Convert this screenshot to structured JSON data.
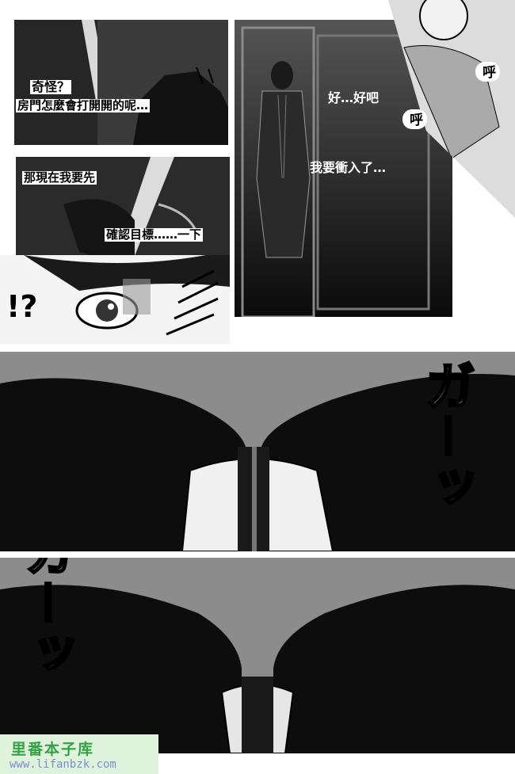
{
  "panels": {
    "p1": {
      "text": [
        "奇怪？",
        "房門怎麼會打開開的呢…"
      ]
    },
    "p2": {
      "text": [
        "那現在我要先",
        "確認目標……一下"
      ]
    },
    "p3": {
      "text": [
        "!?"
      ]
    },
    "p4": {
      "text": [
        "好…好吧",
        "我要衝入了…"
      ]
    },
    "p5": {
      "sfx": [
        "呼",
        "呼"
      ]
    }
  },
  "sfx_big": {
    "top": "ガ－ッ",
    "bottom": "ガ－ッ"
  },
  "watermark": {
    "title": "里番本子库",
    "url": "www.lifanbzk.com"
  },
  "colors": {
    "ink": "#000000",
    "screen": "#8a8a8a",
    "watermark_green": "#35a044",
    "watermark_url": "#7a8fd0"
  }
}
